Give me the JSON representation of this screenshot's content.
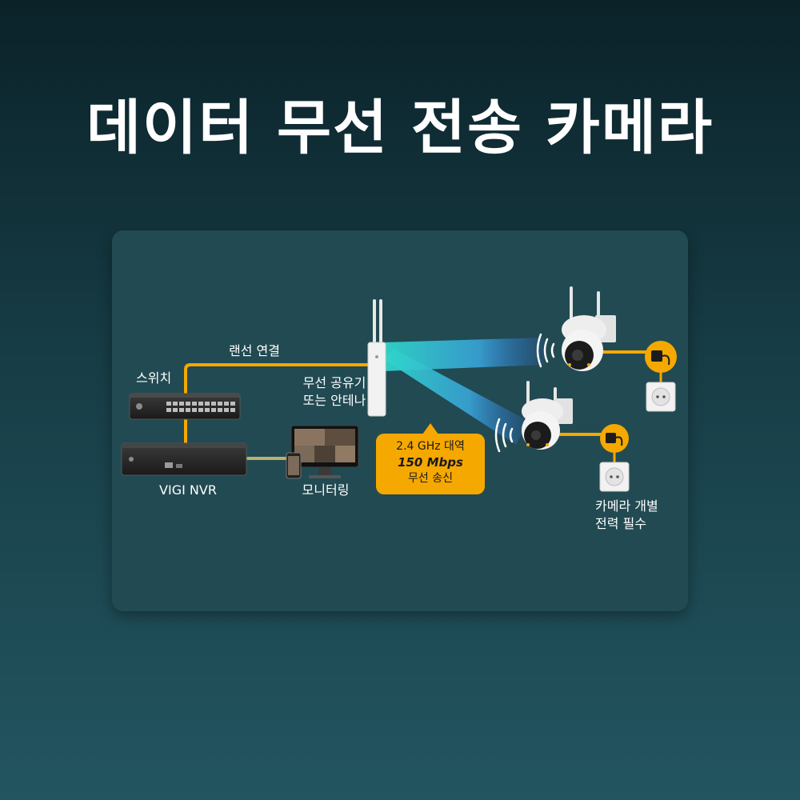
{
  "page": {
    "title": "데이터 무선 전송 카메라"
  },
  "diagram": {
    "labels": {
      "lan": "랜선 연결",
      "switch": "스위치",
      "ap_line1": "무선 공유기",
      "ap_line2": "또는 안테나",
      "nvr": "VIGI NVR",
      "monitoring": "모니터링",
      "power_line1": "카메라 개별",
      "power_line2": "전력 필수"
    },
    "bubble": {
      "band": "2.4 GHz 대역",
      "rate": "150 Mbps",
      "mode": "무선 송신"
    }
  },
  "colors": {
    "cable": "#f5a800",
    "beam": "#2fd6c8",
    "panel": "#224a52",
    "title": "#ffffff"
  }
}
